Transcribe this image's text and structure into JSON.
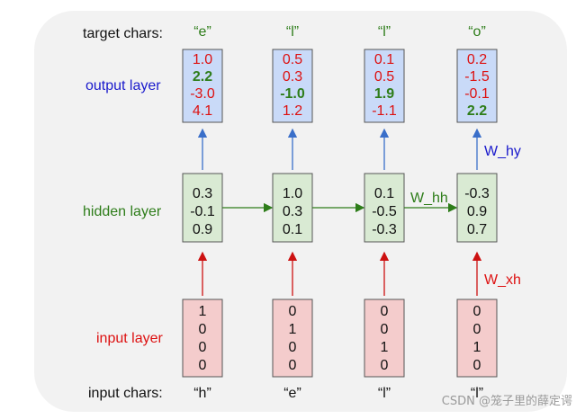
{
  "labels": {
    "target_chars": "target chars:",
    "output_layer": "output layer",
    "hidden_layer": "hidden layer",
    "input_layer": "input layer",
    "input_chars": "input chars:"
  },
  "weights": {
    "w_hh": "W_hh",
    "w_hy": "W_hy",
    "w_xh": "W_xh"
  },
  "watermark": "CSDN @笼子里的薛定谔",
  "colors": {
    "output_fill": "#c9daf8",
    "hidden_fill": "#d9ead3",
    "input_fill": "#f4cccc",
    "box_stroke": "#555555",
    "blue": "#1a1acc",
    "green": "#2e7d1a",
    "red": "#dd1111",
    "up_arrow_blue": "#3a6fc9",
    "up_arrow_red": "#cc1111",
    "panel": "#f2f2f2"
  },
  "columns": [
    {
      "target": "“e”",
      "input": "“h”",
      "output": [
        {
          "v": "1.0",
          "hi": false
        },
        {
          "v": "2.2",
          "hi": true
        },
        {
          "v": "-3.0",
          "hi": false
        },
        {
          "v": "4.1",
          "hi": false
        }
      ],
      "hidden": [
        "0.3",
        "-0.1",
        "0.9"
      ],
      "onehot": [
        "1",
        "0",
        "0",
        "0"
      ]
    },
    {
      "target": "“l”",
      "input": "“e”",
      "output": [
        {
          "v": "0.5",
          "hi": false
        },
        {
          "v": "0.3",
          "hi": false
        },
        {
          "v": "-1.0",
          "hi": true
        },
        {
          "v": "1.2",
          "hi": false
        }
      ],
      "hidden": [
        "1.0",
        "0.3",
        "0.1"
      ],
      "onehot": [
        "0",
        "1",
        "0",
        "0"
      ]
    },
    {
      "target": "“l”",
      "input": "“l”",
      "output": [
        {
          "v": "0.1",
          "hi": false
        },
        {
          "v": "0.5",
          "hi": false
        },
        {
          "v": "1.9",
          "hi": true
        },
        {
          "v": "-1.1",
          "hi": false
        }
      ],
      "hidden": [
        "0.1",
        "-0.5",
        "-0.3"
      ],
      "onehot": [
        "0",
        "0",
        "1",
        "0"
      ]
    },
    {
      "target": "“o”",
      "input": "“l”",
      "output": [
        {
          "v": "0.2",
          "hi": false
        },
        {
          "v": "-1.5",
          "hi": false
        },
        {
          "v": "-0.1",
          "hi": false
        },
        {
          "v": "2.2",
          "hi": true
        }
      ],
      "hidden": [
        "-0.3",
        "0.9",
        "0.7"
      ],
      "onehot": [
        "0",
        "0",
        "1",
        "0"
      ]
    }
  ]
}
